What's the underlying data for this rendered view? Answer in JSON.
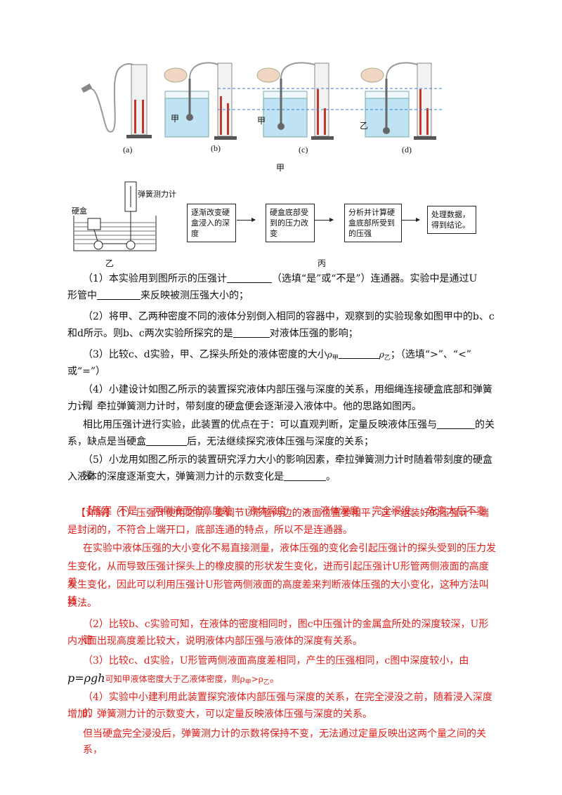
{
  "figure_jia": {
    "caption": "甲",
    "sub_labels": [
      "(a)",
      "(b)",
      "(c)",
      "(d)"
    ],
    "liquid_labels": [
      "甲",
      "甲",
      "乙"
    ]
  },
  "figure_yi": {
    "caption": "乙",
    "box_label": "硬盒",
    "meter_label": "弹簧测力计"
  },
  "figure_bing": {
    "caption": "丙",
    "steps": [
      "逐渐改变硬盒浸入的深度",
      "硬盒底部受到的压力改变",
      "分析并计算硬盒底部所受到的压强",
      "处理数据，得到结论。"
    ]
  },
  "questions": {
    "q1a": "（1）本实验用到图所示的压强计",
    "q1b": "（选填“是”或“不是”）连通器。实验中是通过U",
    "q1c": "形管中",
    "q1d": "来反映被测压强大小的；",
    "q2a": "（2）将甲、乙两种密度不同的液体分别倒入相同的容器中，观察到的实验现象如图甲中的b、c",
    "q2b": "和d所示。则b、c两次实验所探究的是",
    "q2c": "对液体压强的影响；",
    "q3a": "（3）比较c、d实验，甲、乙探头所处的液体密度的大小",
    "q3rho1": "ρ",
    "q3sub1": "甲",
    "q3rho2": "ρ",
    "q3sub2": "乙",
    "q3b": "；（选填“>”、“<”",
    "q3c": "或“=”）",
    "q4a": "（4）小建设计如图乙所示的装置探究液体内部压强与深度的关系，用细绳连接硬盒底部和弹簧测",
    "q4b": "力计，牵拉弹簧测力计时，带刻度的硬盒便会逐渐浸入液体中。他的思路如图丙。",
    "q4c": "相比用压强计进行实验，此装置的优点在于：可以直观判断，定量反映液体压强与",
    "q4d": "的关",
    "q4e": "系，缺点是当硬盒",
    "q4f": "后，无法继续探究液体压强与深度的关系；",
    "q5a": "（5）小龙用如图乙所示的装置研究浮力大小的影响因素，牵拉弹簧测力计时随着带刻度的硬盒浸",
    "q5b": "入液体的深度逐渐变大，弹簧测力计的示数变化是",
    "q5c": "。"
  },
  "answer": {
    "line": "【答案  不是     两侧液面的高度差     液体深度     >   液体深度    完全浸没     先变大后不变"
  },
  "explain": {
    "tag": "【详解】",
    "p1a": "（1）压强计使用之前，要调节U形管两边的液面位置要相平，这个组装好的压强计一端",
    "p1b": "是封闭的，不符合上端开口，底部连通的特点，所以不是连通器。",
    "p2a": "在实验中液体压强的大小变化不易直接测量，液体压强的变化会引起压强计的探头受到的压力发",
    "p2b": "生变化，从而导致压强计探头上的橡皮膜的形状发生变化，进而引起压强计U形管两侧液面的高度差",
    "p2c": "发生变化，因此可以利用压强计U形管两侧液面的高度差来判断液体压强的大小变化，这种方法叫转",
    "p2d": "换法。",
    "p3a": "（2）比较b、c实验可知，在液体的密度相同时，图c中压强计的金属盒所处的深度较深，U形管",
    "p3b": "内水面出现高度差比较大，说明液体内部压强与液体的深度有关系。",
    "p4a": "（3）比较c、d实验，U形管两侧液面高度差相同，产生的压强相同，c图中深度较小，由",
    "p4formula": "p=ρgh",
    "p4b": "可知甲液体密度大于乙液体密度，则ρ",
    "p4sub1": "甲",
    "p4c": ">ρ",
    "p4sub2": "乙",
    "p4d": "。",
    "p5a": "（4）实验中小建利用此装置探究液体内部压强与深度的关系，在完全浸没之前，随着浸入深度的",
    "p5b": "增加，弹簧测力计的示数变大，可以定量反映液体压强与深度的关系。",
    "p6a": "但当硬盒完全浸没后，弹簧测力计的示数将保持不变，无法通过定量反映出这两个量之间的关系，"
  },
  "colors": {
    "answer_red": "#e0201c",
    "water": "#bfe3f2",
    "liquid_red": "#c0392b"
  }
}
